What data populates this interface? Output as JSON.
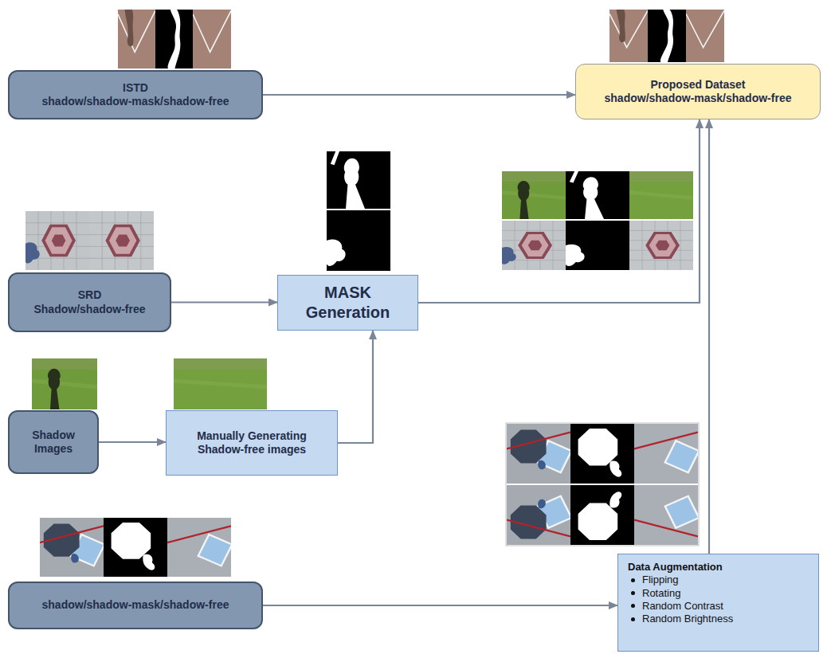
{
  "diagram": {
    "nodes": [
      {
        "text": [
          "ISTD",
          "shadow/shadow-mask/shadow-free"
        ]
      },
      {
        "text": [
          "Proposed Dataset",
          "shadow/shadow-mask/shadow-free"
        ]
      },
      {
        "text": [
          "SRD",
          "Shadow/shadow-free"
        ]
      },
      {
        "text": [
          "MASK Generation"
        ]
      },
      {
        "text": [
          "Shadow Images"
        ]
      },
      {
        "text": [
          "Manually Generating Shadow-free images"
        ]
      },
      {
        "text": [
          "shadow/shadow-mask/shadow-free"
        ]
      },
      {
        "text": [
          "Data Augmentation",
          "Flipping",
          "Rotating",
          "Random Contrast",
          "Random Brightness"
        ]
      }
    ],
    "edges": [
      {
        "from": 0,
        "to": 1,
        "arrow": "to"
      },
      {
        "from": 2,
        "to": 3,
        "arrow": "to"
      },
      {
        "from": 4,
        "to": 5,
        "arrow": "to"
      },
      {
        "from": 5,
        "to": 3,
        "arrow": "to"
      },
      {
        "from": 3,
        "to": 1,
        "arrow": "to"
      },
      {
        "from": 6,
        "to": 7,
        "arrow": "to"
      },
      {
        "from": 7,
        "to": 1,
        "arrow": "to"
      }
    ]
  }
}
